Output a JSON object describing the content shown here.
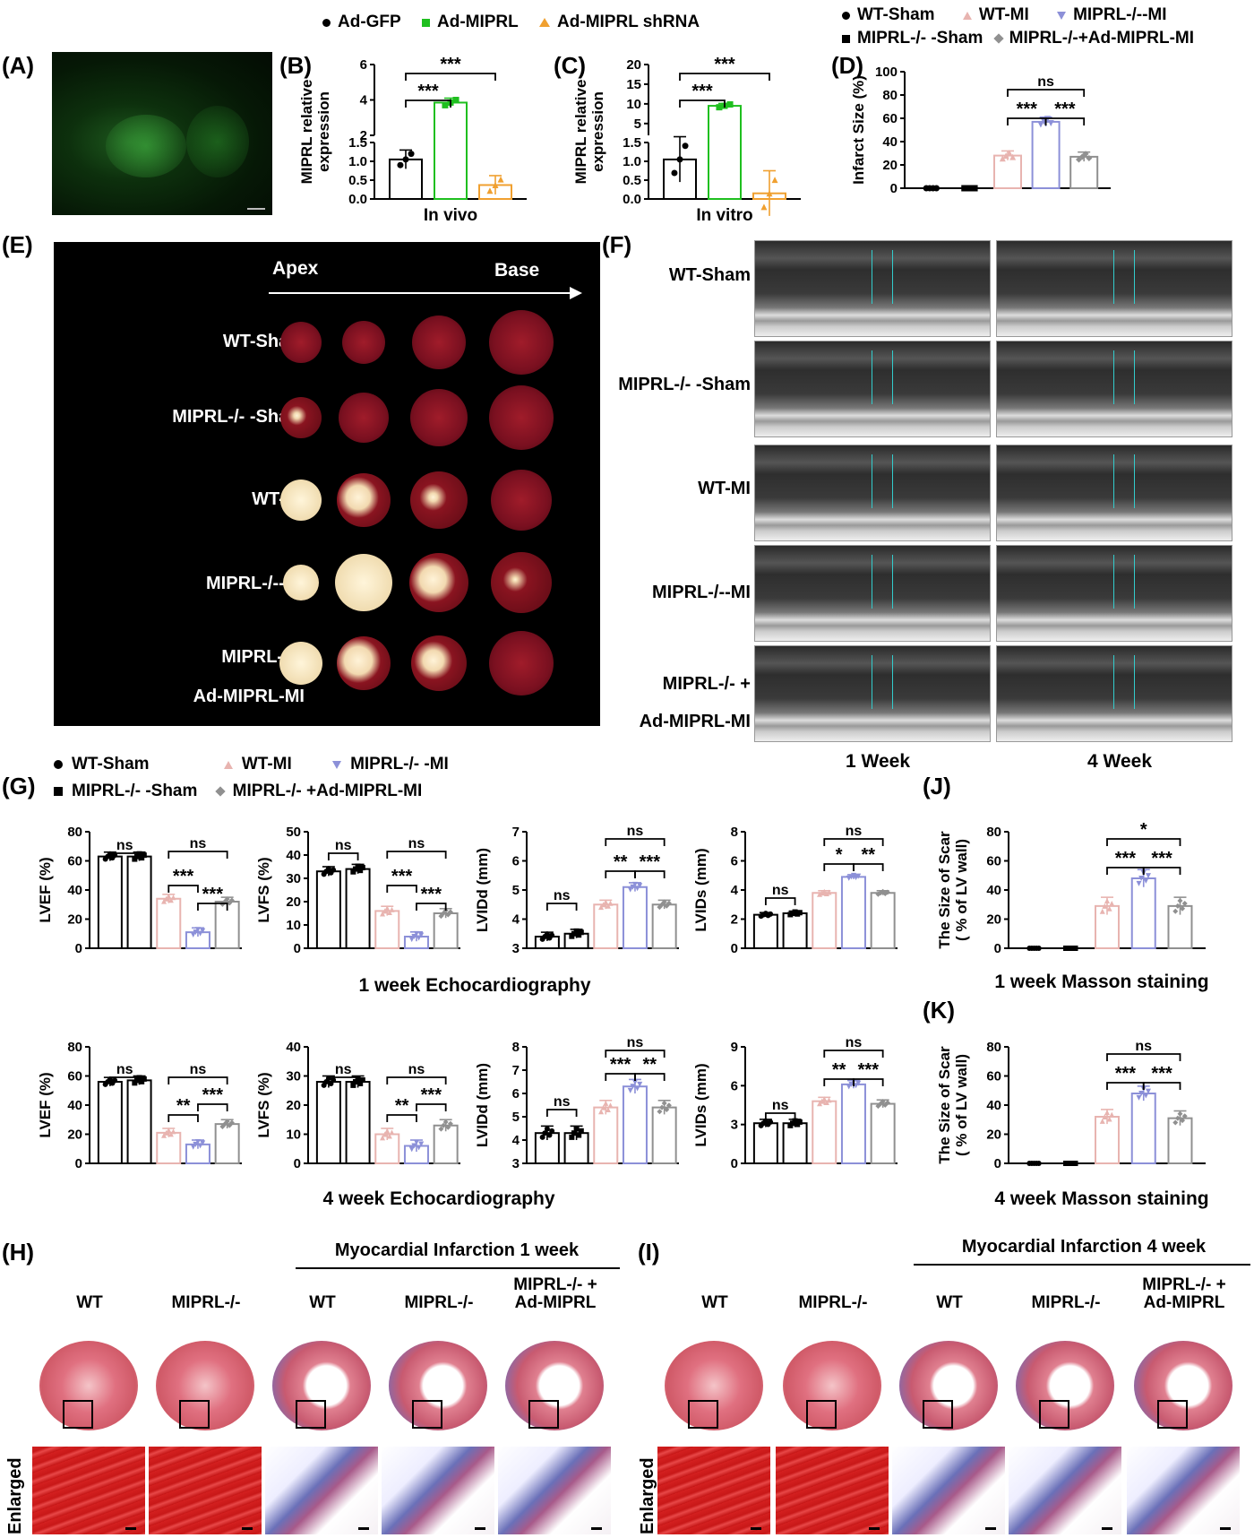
{
  "panels": {
    "A": "(A)",
    "B": "(B)",
    "C": "(C)",
    "D": "(D)",
    "E": "(E)",
    "F": "(F)",
    "G": "(G)",
    "H": "(H)",
    "I": "(I)",
    "J": "(J)",
    "K": "(K)"
  },
  "legend_top": {
    "items": [
      "Ad-GFP",
      "Ad-MIPRL",
      "Ad-MIPRL shRNA"
    ],
    "colors": [
      "#000000",
      "#1fbf1f",
      "#f0a030"
    ]
  },
  "legend_d": {
    "items": [
      "WT-Sham",
      "WT-MI",
      "MIPRL-/--MI",
      "MIPRL-/- -Sham",
      "MIPRL-/-+Ad-MIPRL-MI"
    ],
    "colors": [
      "#000000",
      "#e8b4b0",
      "#8c90d8",
      "#000000",
      "#909090"
    ]
  },
  "legend_g": {
    "items": [
      "WT-Sham",
      "WT-MI",
      "MIPRL-/- -MI",
      "MIPRL-/- -Sham",
      "MIPRL-/- +Ad-MIPRL-MI"
    ]
  },
  "sig": {
    "ns": "ns",
    "s1": "*",
    "s2": "**",
    "s3": "***"
  },
  "panel_e": {
    "apex": "Apex",
    "base": "Base",
    "rows": [
      "WT-Sham",
      "MIPRL-/- -Sham",
      "WT-MI",
      "MIPRL-/--MI",
      "MIPRL-/-+",
      "Ad-MIPRL-MI"
    ]
  },
  "panel_f": {
    "rows": [
      "WT-Sham",
      "MIPRL-/- -Sham",
      "WT-MI",
      "MIPRL-/--MI",
      "MIPRL-/- +",
      "Ad-MIPRL-MI"
    ],
    "cols": [
      "1 Week",
      "4 Week"
    ]
  },
  "captions": {
    "g1": "1 week Echocardiography",
    "g2": "4 week Echocardiography",
    "j": "1 week Masson staining",
    "k": "4 week Masson staining"
  },
  "panel_h": {
    "title": "Myocardial Infarction 1 week",
    "cols": [
      "WT",
      "MIPRL-/-",
      "WT",
      "MIPRL-/-",
      "MIPRL-/- +",
      "Ad-MIPRL"
    ],
    "enlarged": "Enlarged"
  },
  "panel_i": {
    "title": "Myocardial Infarction 4 week",
    "cols": [
      "WT",
      "MIPRL-/-",
      "WT",
      "MIPRL-/-",
      "MIPRL-/- +",
      "Ad-MIPRL"
    ],
    "enlarged": "Enlarged"
  },
  "chart_data": [
    {
      "id": "B",
      "type": "bar",
      "xlabel": "In vivo",
      "ylabel": "MIPRL relative expression",
      "categories": [
        "Ad-GFP",
        "Ad-MIPRL",
        "Ad-MIPRL shRNA"
      ],
      "values": [
        1.05,
        3.85,
        0.37
      ],
      "broken_axis": [
        1.5,
        2
      ],
      "ticks": [
        "0.0",
        "0.5",
        "1.0",
        "1.5",
        "2",
        "4",
        "6"
      ],
      "sig": [
        [
          "***",
          0,
          1
        ],
        [
          "***",
          0,
          2
        ]
      ]
    },
    {
      "id": "C",
      "type": "bar",
      "xlabel": "In vitro",
      "ylabel": "MIPRL relative expression",
      "categories": [
        "Ad-GFP",
        "Ad-MIPRL",
        "Ad-MIPRL shRNA"
      ],
      "values": [
        1.05,
        9.5,
        0.15
      ],
      "broken_axis": [
        1.5,
        2
      ],
      "ticks": [
        "0.0",
        "0.5",
        "1.0",
        "1.5",
        "5",
        "10",
        "15",
        "20"
      ],
      "sig": [
        [
          "***",
          0,
          1
        ],
        [
          "***",
          0,
          2
        ]
      ]
    },
    {
      "id": "D",
      "type": "bar",
      "ylabel": "Infarct Size (%)",
      "values": [
        0,
        0,
        28,
        57,
        27
      ],
      "ylim": [
        0,
        100
      ],
      "ticks": [
        "0",
        "20",
        "40",
        "60",
        "80",
        "100"
      ],
      "sig": [
        [
          "***",
          2,
          3
        ],
        [
          "***",
          3,
          4
        ],
        [
          "ns",
          2,
          4
        ]
      ]
    },
    {
      "id": "G1a",
      "type": "bar",
      "ylabel": "LVEF (%)",
      "values": [
        63,
        63,
        34,
        11,
        32
      ],
      "ylim": [
        0,
        80
      ],
      "ticks": [
        "0",
        "20",
        "40",
        "60",
        "80"
      ],
      "sig": [
        [
          "ns",
          0,
          1
        ],
        [
          "***",
          2,
          3
        ],
        [
          "***",
          3,
          4
        ],
        [
          "ns",
          2,
          4
        ]
      ]
    },
    {
      "id": "G1b",
      "type": "bar",
      "ylabel": "LVFS (%)",
      "values": [
        33,
        34,
        16,
        5,
        15
      ],
      "ylim": [
        0,
        50
      ],
      "ticks": [
        "0",
        "10",
        "20",
        "30",
        "40",
        "50"
      ],
      "sig": [
        [
          "ns",
          0,
          1
        ],
        [
          "***",
          2,
          3
        ],
        [
          "***",
          3,
          4
        ],
        [
          "ns",
          2,
          4
        ]
      ]
    },
    {
      "id": "G1c",
      "type": "bar",
      "ylabel": "LVIDd (mm)",
      "values": [
        3.4,
        3.5,
        4.5,
        5.1,
        4.5
      ],
      "ylim": [
        3,
        7
      ],
      "ticks": [
        "3",
        "4",
        "5",
        "6",
        "7"
      ],
      "sig": [
        [
          "ns",
          0,
          1
        ],
        [
          "**",
          2,
          3
        ],
        [
          "***",
          3,
          4
        ],
        [
          "ns",
          2,
          4
        ]
      ]
    },
    {
      "id": "G1d",
      "type": "bar",
      "ylabel": "LVIDs (mm)",
      "values": [
        2.3,
        2.4,
        3.8,
        4.9,
        3.8
      ],
      "ylim": [
        0,
        8
      ],
      "ticks": [
        "0",
        "2",
        "4",
        "6",
        "8"
      ],
      "sig": [
        [
          "ns",
          0,
          1
        ],
        [
          "*",
          2,
          3
        ],
        [
          "**",
          3,
          4
        ],
        [
          "ns",
          2,
          4
        ]
      ]
    },
    {
      "id": "G2a",
      "type": "bar",
      "ylabel": "LVEF (%)",
      "values": [
        56,
        57,
        21,
        13,
        27
      ],
      "ylim": [
        0,
        80
      ],
      "ticks": [
        "0",
        "20",
        "40",
        "60",
        "80"
      ],
      "sig": [
        [
          "ns",
          0,
          1
        ],
        [
          "**",
          2,
          3
        ],
        [
          "***",
          3,
          4
        ],
        [
          "ns",
          2,
          4
        ]
      ]
    },
    {
      "id": "G2b",
      "type": "bar",
      "ylabel": "LVFS (%)",
      "values": [
        28,
        28,
        10,
        6,
        13
      ],
      "ylim": [
        0,
        40
      ],
      "ticks": [
        "0",
        "10",
        "20",
        "30",
        "40"
      ],
      "sig": [
        [
          "ns",
          0,
          1
        ],
        [
          "**",
          2,
          3
        ],
        [
          "***",
          3,
          4
        ],
        [
          "ns",
          2,
          4
        ]
      ]
    },
    {
      "id": "G2c",
      "type": "bar",
      "ylabel": "LVIDd (mm)",
      "values": [
        4.3,
        4.3,
        5.4,
        6.3,
        5.4
      ],
      "ylim": [
        3,
        8
      ],
      "ticks": [
        "3",
        "4",
        "5",
        "6",
        "7",
        "8"
      ],
      "sig": [
        [
          "ns",
          0,
          1
        ],
        [
          "***",
          2,
          3
        ],
        [
          "**",
          3,
          4
        ],
        [
          "ns",
          2,
          4
        ]
      ]
    },
    {
      "id": "G2d",
      "type": "bar",
      "ylabel": "LVIDs (mm)",
      "values": [
        3.1,
        3.1,
        4.8,
        6.1,
        4.6
      ],
      "ylim": [
        0,
        9
      ],
      "ticks": [
        "0",
        "3",
        "6",
        "9"
      ],
      "sig": [
        [
          "ns",
          0,
          1
        ],
        [
          "**",
          2,
          3
        ],
        [
          "***",
          3,
          4
        ],
        [
          "ns",
          2,
          4
        ]
      ]
    },
    {
      "id": "J",
      "type": "bar",
      "ylabel": "The Size of Scar (% of LV wall)",
      "values": [
        0,
        0,
        29,
        48,
        29
      ],
      "ylim": [
        0,
        80
      ],
      "ticks": [
        "0",
        "20",
        "40",
        "60",
        "80"
      ],
      "sig": [
        [
          "***",
          2,
          3
        ],
        [
          "***",
          3,
          4
        ],
        [
          "*",
          2,
          4
        ]
      ]
    },
    {
      "id": "K",
      "type": "bar",
      "ylabel": "The Size of Scar (% of LV wall)",
      "values": [
        0,
        0,
        32,
        48,
        31
      ],
      "ylim": [
        0,
        80
      ],
      "ticks": [
        "0",
        "20",
        "40",
        "60",
        "80"
      ],
      "sig": [
        [
          "***",
          2,
          3
        ],
        [
          "***",
          3,
          4
        ],
        [
          "ns",
          2,
          4
        ]
      ]
    }
  ]
}
